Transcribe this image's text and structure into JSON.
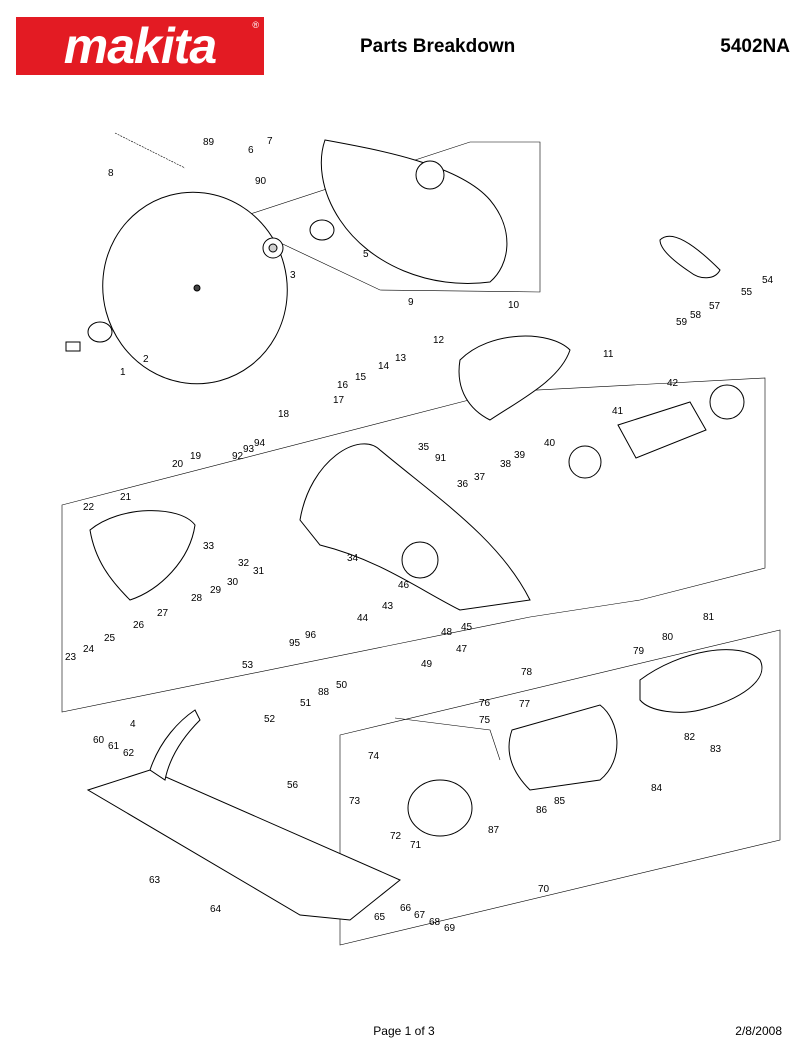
{
  "brand": {
    "name": "makita",
    "registered": "®",
    "color": "#e31b23"
  },
  "header": {
    "title": "Parts Breakdown",
    "model": "5402NA"
  },
  "footer": {
    "page": "Page 1 of 3",
    "date": "2/8/2008"
  },
  "callouts": [
    "1",
    "2",
    "3",
    "4",
    "5",
    "6",
    "7",
    "8",
    "9",
    "10",
    "11",
    "12",
    "13",
    "14",
    "15",
    "16",
    "17",
    "18",
    "19",
    "20",
    "21",
    "22",
    "23",
    "24",
    "25",
    "26",
    "27",
    "28",
    "29",
    "30",
    "31",
    "32",
    "33",
    "34",
    "35",
    "36",
    "37",
    "38",
    "39",
    "40",
    "41",
    "42",
    "43",
    "44",
    "45",
    "46",
    "47",
    "48",
    "49",
    "50",
    "51",
    "52",
    "53",
    "54",
    "55",
    "56",
    "57",
    "58",
    "59",
    "60",
    "61",
    "62",
    "63",
    "64",
    "65",
    "66",
    "67",
    "68",
    "69",
    "70",
    "71",
    "72",
    "73",
    "74",
    "75",
    "76",
    "77",
    "78",
    "79",
    "80",
    "81",
    "82",
    "83",
    "84",
    "85",
    "86",
    "87",
    "88",
    "89",
    "90",
    "91",
    "92",
    "93",
    "94",
    "95",
    "96"
  ]
}
